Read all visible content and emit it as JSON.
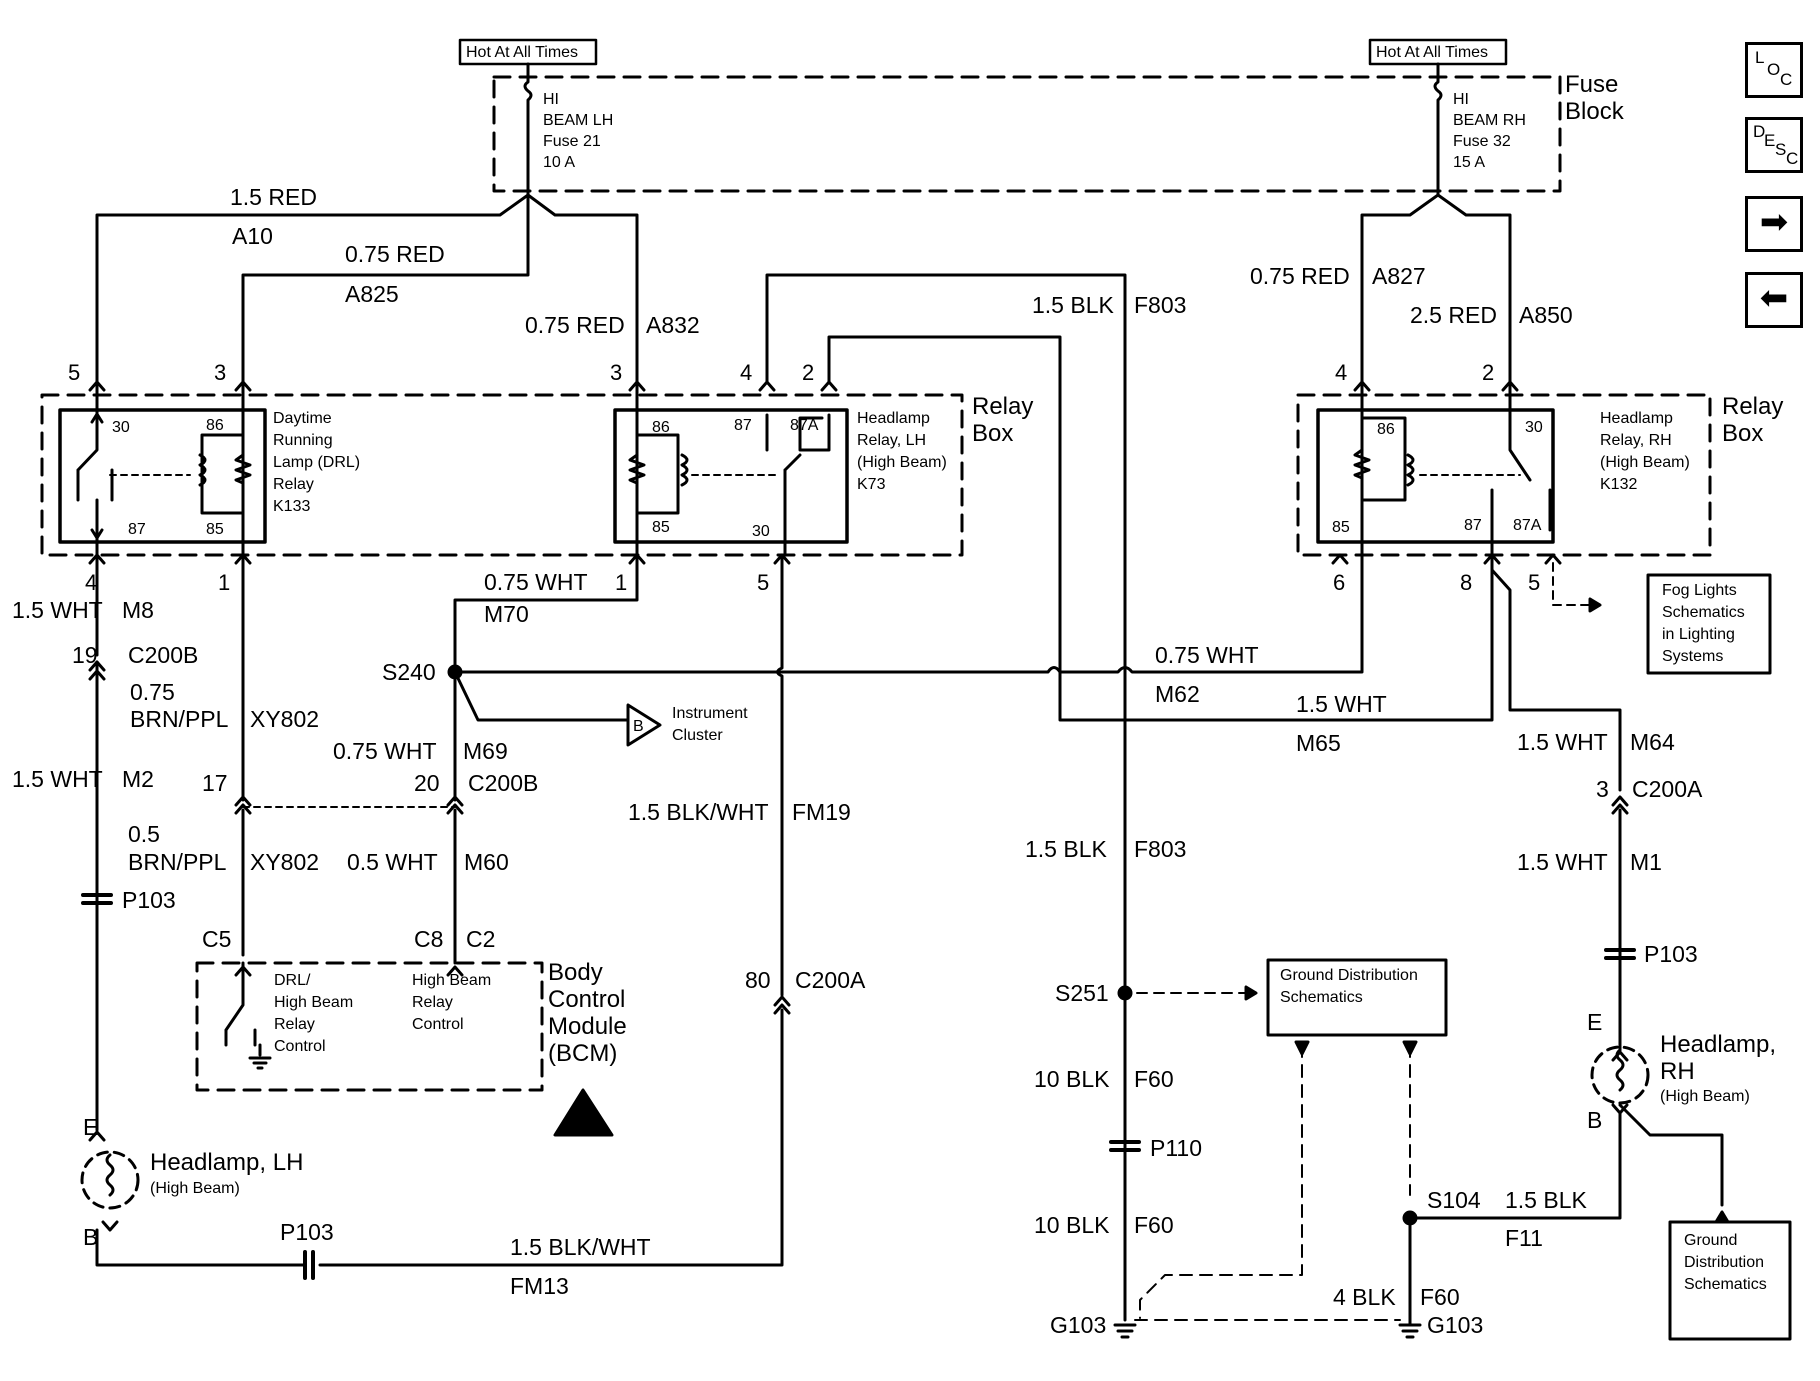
{
  "nav": {
    "loc": [
      "L",
      "O",
      "C"
    ],
    "desc": [
      "D",
      "E",
      "S",
      "C"
    ],
    "forward_icon": "arrow-right-icon",
    "back_icon": "arrow-left-icon"
  },
  "fuse_block": {
    "title": [
      "Fuse",
      "Block"
    ],
    "tag_left": "Hot At All Times",
    "tag_right": "Hot At All Times",
    "fuse_left": [
      "HI",
      "BEAM LH",
      "Fuse 21",
      "10 A"
    ],
    "fuse_right": [
      "HI",
      "BEAM RH",
      "Fuse 32",
      "15 A"
    ]
  },
  "wires": {
    "a10": [
      "1.5 RED",
      "A10"
    ],
    "a825": [
      "0.75 RED",
      "A825"
    ],
    "a832": [
      "0.75 RED",
      "A832"
    ],
    "f803_top": [
      "1.5 BLK",
      "F803"
    ],
    "a827": [
      "0.75 RED",
      "A827"
    ],
    "a850": [
      "2.5 RED",
      "A850"
    ],
    "m8": [
      "1.5 WHT",
      "M8"
    ],
    "m70": [
      "0.75 WHT",
      "M70"
    ],
    "xy802_top": [
      "0.75",
      "BRN/PPL",
      "XY802"
    ],
    "m62": [
      "0.75 WHT",
      "M62"
    ],
    "m65": [
      "1.5 WHT",
      "M65"
    ],
    "m64": [
      "1.5 WHT",
      "M64"
    ],
    "m69": [
      "0.75 WHT",
      "M69"
    ],
    "m2": [
      "1.5 WHT",
      "M2"
    ],
    "fm19": [
      "1.5 BLK/WHT",
      "FM19"
    ],
    "f803_mid": [
      "1.5 BLK",
      "F803"
    ],
    "m1": [
      "1.5 WHT",
      "M1"
    ],
    "xy802_bot": [
      "0.5",
      "BRN/PPL",
      "XY802"
    ],
    "m60": [
      "0.5 WHT",
      "M60"
    ],
    "f60_a": [
      "10 BLK",
      "F60"
    ],
    "f60_b": [
      "10 BLK",
      "F60"
    ],
    "f11": [
      "1.5 BLK",
      "F11"
    ],
    "f60_c": [
      "4 BLK",
      "F60"
    ],
    "fm13": [
      "1.5 BLK/WHT",
      "FM13"
    ]
  },
  "relay_box_left": {
    "title": [
      "Relay",
      "Box"
    ],
    "drl_relay": [
      "Daytime",
      "Running",
      "Lamp (DRL)",
      "Relay",
      "K133"
    ],
    "hl_relay_lh": [
      "Headlamp",
      "Relay, LH",
      "(High Beam)",
      "K73"
    ],
    "drl_terms": [
      "30",
      "86",
      "87",
      "85"
    ],
    "lh_terms": [
      "86",
      "87",
      "87A",
      "85",
      "30"
    ],
    "pins_top": [
      "5",
      "3",
      "3",
      "4",
      "2"
    ],
    "pins_bottom": [
      "4",
      "1",
      "1",
      "5"
    ]
  },
  "relay_box_right": {
    "title": [
      "Relay",
      "Box"
    ],
    "hl_relay_rh": [
      "Headlamp",
      "Relay, RH",
      "(High Beam)",
      "K132"
    ],
    "rh_terms": [
      "86",
      "30",
      "85",
      "87",
      "87A"
    ],
    "pins_top": [
      "4",
      "2"
    ],
    "pins_bottom": [
      "6",
      "8",
      "5"
    ]
  },
  "connectors": {
    "c200b_19": [
      "19",
      "C200B"
    ],
    "c200b_17": "17",
    "c200b_20": [
      "20",
      "C200B"
    ],
    "c200a_3": [
      "3",
      "C200A"
    ],
    "c200a_80": [
      "80",
      "C200A"
    ],
    "p103_a": "P103",
    "p103_b": "P103",
    "p103_c": "P103",
    "p110": "P110",
    "bcm_c5": "C5",
    "bcm_c8": "C8",
    "bcm_c2": "C2",
    "lh_e": "E",
    "lh_b": "B",
    "rh_e": "E",
    "rh_b": "B"
  },
  "splices": {
    "s240": "S240",
    "s251": "S251",
    "s104": "S104"
  },
  "grounds": {
    "g103_left": "G103",
    "g103_right": "G103"
  },
  "components": {
    "instrument_cluster": [
      "Instrument",
      "Cluster"
    ],
    "instrument_cluster_tag": "B",
    "fog_lights": [
      "Fog Lights",
      "Schematics",
      "in Lighting",
      "Systems"
    ],
    "ground_dist_mid": [
      "Ground Distribution",
      "Schematics"
    ],
    "ground_dist_right": [
      "Ground",
      "Distribution",
      "Schematics"
    ],
    "headlamp_lh": [
      "Headlamp, LH",
      "(High Beam)"
    ],
    "headlamp_rh": [
      "Headlamp,",
      "RH",
      "(High Beam)"
    ],
    "bcm_title": [
      "Body",
      "Control",
      "Module",
      "(BCM)"
    ],
    "bcm_drl": [
      "DRL/",
      "High Beam",
      "Relay",
      "Control"
    ],
    "bcm_hb": [
      "High Beam",
      "Relay",
      "Control"
    ],
    "esd_icon": "esd-warning-icon"
  }
}
